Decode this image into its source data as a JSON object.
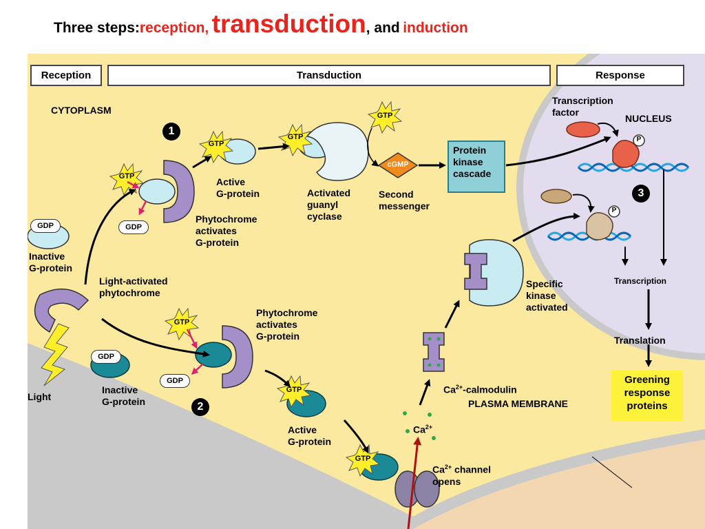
{
  "title": {
    "prefix": "Three steps: ",
    "reception": "reception,",
    "transduction": "transduction",
    "comma_and": ", and",
    "induction": "induction"
  },
  "headers": {
    "reception": "Reception",
    "transduction": "Transduction",
    "response": "Response"
  },
  "labels": {
    "cytoplasm": "CYTOPLASM",
    "nucleus": "NUCLEUS",
    "plasma_membrane": "PLASMA MEMBRANE",
    "transcription_factor": "Transcription\nfactor",
    "active_g_protein_1": "Active\nG-protein",
    "activated_guanyl_cyclase": "Activated\nguanyl\ncyclase",
    "second_messenger": "Second\nmessenger",
    "phytochrome_activates_1": "Phytochrome\nactivates\nG-protein",
    "inactive_g_protein_1": "Inactive\nG-protein",
    "light_activated_phytochrome": "Light-activated\nphytochrome",
    "phytochrome_activates_2": "Phytochrome\nactivates\nG-protein",
    "inactive_g_protein_2": "Inactive\nG-protein",
    "active_g_protein_2": "Active\nG-protein",
    "light": "Light",
    "specific_kinase": "Specific\nkinase\nactivated",
    "ca_calmodulin": "Ca",
    "ca_calmodulin_sup": "2+",
    "ca_calmodulin_rest": "-calmodulin",
    "ca_ion": "Ca",
    "ca_ion_sup": "2+",
    "ca_channel": "Ca",
    "ca_channel_sup": "2+",
    "ca_channel_rest": " channel\nopens",
    "transcription": "Transcription",
    "translation": "Translation",
    "greening": "Greening\nresponse\nproteins",
    "protein_kinase_cascade": "Protein\nkinase\ncascade",
    "cgmp": "cGMP",
    "gtp": "GTP",
    "gdp": "GDP",
    "p": "P"
  },
  "steps": [
    "1",
    "2",
    "3"
  ],
  "colors": {
    "title_accent": "#e8241c",
    "cytoplasm": "#fbe9a0",
    "nucleus": "#e2dcee",
    "membrane": "#c9c9c9",
    "outside": "#f3d7b0",
    "phytochrome": "#a58fc8",
    "g_protein_light": "#c8ecf2",
    "g_protein_teal": "#1a8a96",
    "kinase_box": "#8fd0d8",
    "cgmp": "#f08a1c",
    "greening_box": "#fff23a",
    "gtp_star": "#ffef2a"
  }
}
